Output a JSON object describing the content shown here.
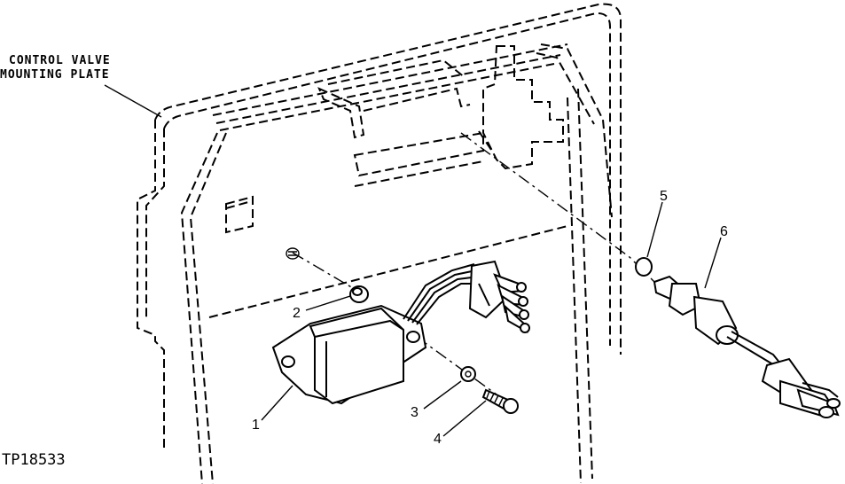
{
  "title_lines": [
    "CONTROL VALVE",
    "MOUNTING PLATE"
  ],
  "figure_id": "TP18533",
  "callouts": [
    "1",
    "2",
    "3",
    "4",
    "5",
    "6"
  ]
}
